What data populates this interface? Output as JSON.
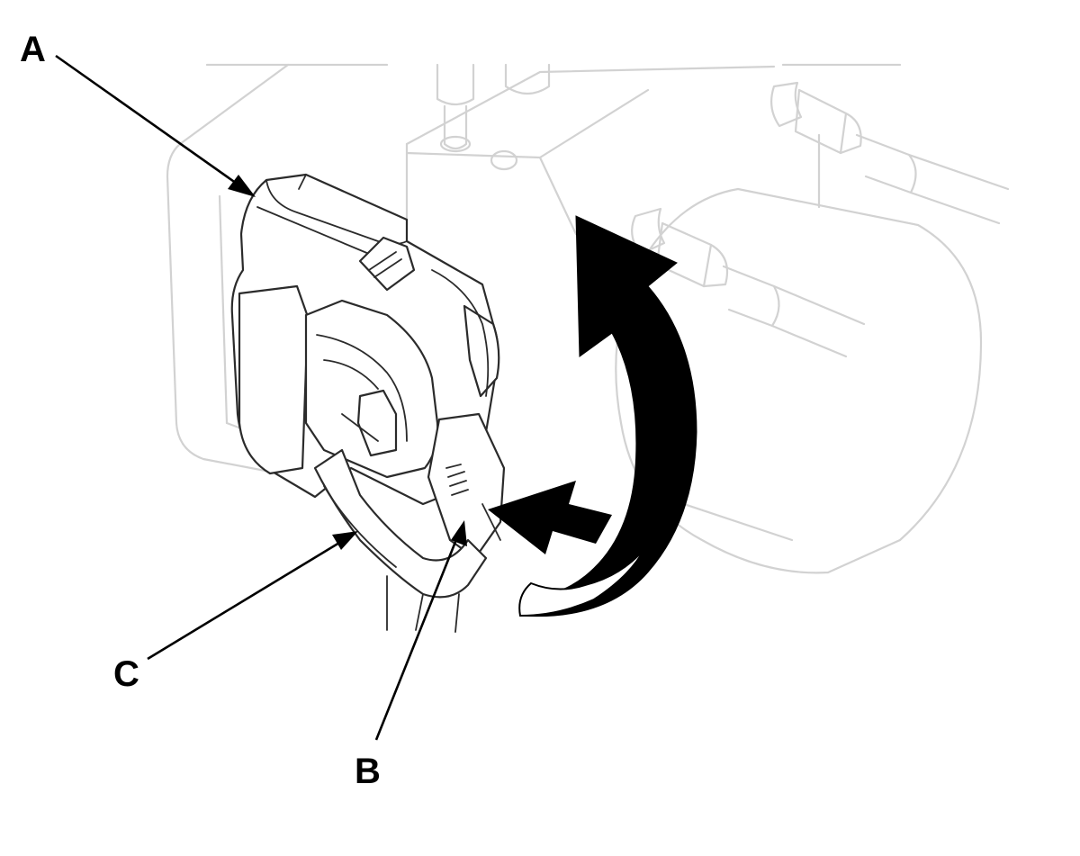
{
  "callouts": {
    "a": "A",
    "b": "B",
    "c": "C"
  },
  "colors": {
    "ink": "#000000",
    "background_part": "#d2d2d2",
    "connector_outline": "#2b2b2b"
  }
}
